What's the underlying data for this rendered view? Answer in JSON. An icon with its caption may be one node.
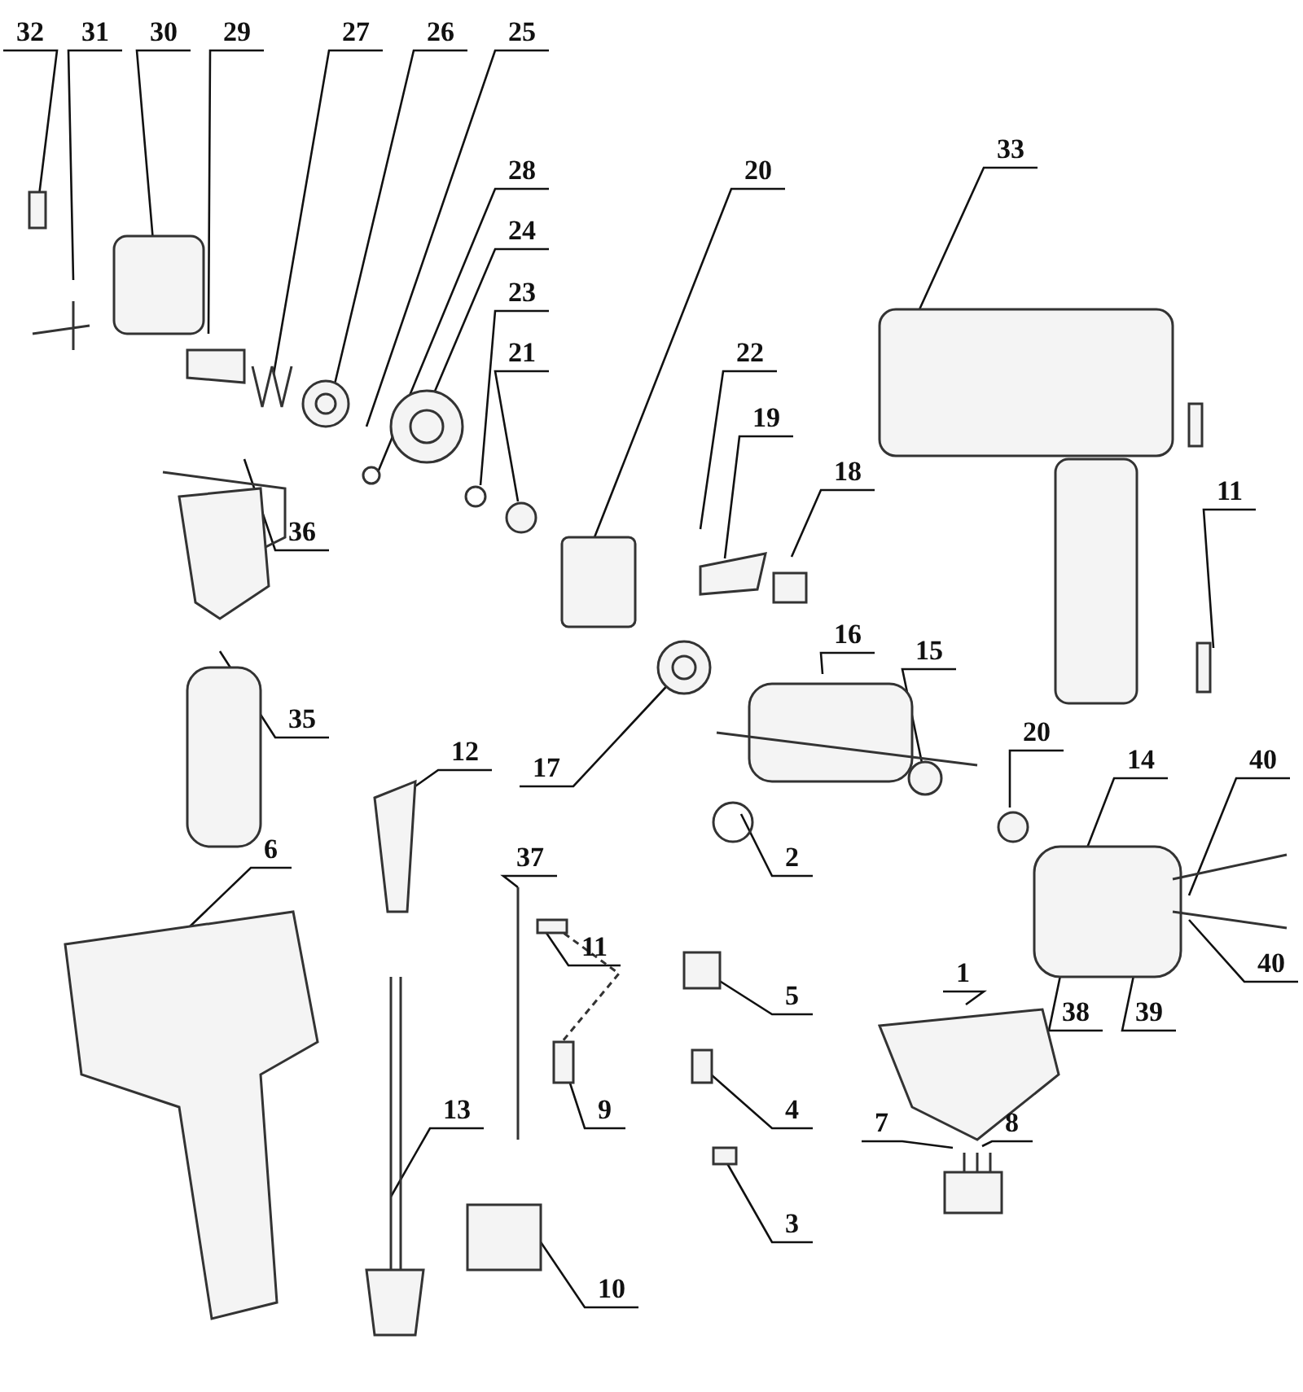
{
  "diagram": {
    "nodes": [
      {
        "text": [
          "32"
        ]
      },
      {
        "text": [
          "31"
        ]
      },
      {
        "text": [
          "30"
        ]
      },
      {
        "text": [
          "29"
        ]
      },
      {
        "text": [
          "27"
        ]
      },
      {
        "text": [
          "26"
        ]
      },
      {
        "text": [
          "25"
        ]
      },
      {
        "text": [
          "33"
        ]
      },
      {
        "text": [
          "28"
        ]
      },
      {
        "text": [
          "20"
        ]
      },
      {
        "text": [
          "24"
        ]
      },
      {
        "text": [
          "23"
        ]
      },
      {
        "text": [
          "21"
        ]
      },
      {
        "text": [
          "22"
        ]
      },
      {
        "text": [
          "19"
        ]
      },
      {
        "text": [
          "11"
        ]
      },
      {
        "text": [
          "18"
        ]
      },
      {
        "text": [
          "36"
        ]
      },
      {
        "text": [
          "16"
        ]
      },
      {
        "text": [
          "15"
        ]
      },
      {
        "text": [
          "35"
        ]
      },
      {
        "text": [
          "12"
        ]
      },
      {
        "text": [
          "17"
        ]
      },
      {
        "text": [
          "20"
        ]
      },
      {
        "text": [
          "14"
        ]
      },
      {
        "text": [
          "40"
        ]
      },
      {
        "text": [
          "6"
        ]
      },
      {
        "text": [
          "2"
        ]
      },
      {
        "text": [
          "37"
        ]
      },
      {
        "text": [
          "11"
        ]
      },
      {
        "text": [
          "40"
        ]
      },
      {
        "text": [
          "5"
        ]
      },
      {
        "text": [
          "1"
        ]
      },
      {
        "text": [
          "38"
        ]
      },
      {
        "text": [
          "39"
        ]
      },
      {
        "text": [
          "4"
        ]
      },
      {
        "text": [
          "13"
        ]
      },
      {
        "text": [
          "9"
        ]
      },
      {
        "text": [
          "7"
        ]
      },
      {
        "text": [
          "8"
        ]
      },
      {
        "text": [
          "3"
        ]
      },
      {
        "text": [
          "10"
        ]
      }
    ],
    "edges": [
      {
        "from": 0,
        "to": null,
        "arrow": "none"
      },
      {
        "from": 1,
        "to": null,
        "arrow": "none"
      },
      {
        "from": 2,
        "to": null,
        "arrow": "none"
      },
      {
        "from": 3,
        "to": null,
        "arrow": "none"
      },
      {
        "from": 4,
        "to": null,
        "arrow": "none"
      },
      {
        "from": 5,
        "to": null,
        "arrow": "none"
      },
      {
        "from": 6,
        "to": null,
        "arrow": "none"
      },
      {
        "from": 7,
        "to": null,
        "arrow": "none"
      },
      {
        "from": 8,
        "to": null,
        "arrow": "none"
      },
      {
        "from": 9,
        "to": null,
        "arrow": "none"
      },
      {
        "from": 10,
        "to": null,
        "arrow": "none"
      },
      {
        "from": 11,
        "to": null,
        "arrow": "none"
      },
      {
        "from": 12,
        "to": null,
        "arrow": "none"
      },
      {
        "from": 13,
        "to": null,
        "arrow": "none"
      },
      {
        "from": 14,
        "to": null,
        "arrow": "none"
      },
      {
        "from": 15,
        "to": null,
        "arrow": "none"
      },
      {
        "from": 16,
        "to": null,
        "arrow": "none"
      },
      {
        "from": 17,
        "to": null,
        "arrow": "none"
      },
      {
        "from": 18,
        "to": null,
        "arrow": "none"
      },
      {
        "from": 19,
        "to": null,
        "arrow": "none"
      },
      {
        "from": 20,
        "to": null,
        "arrow": "none"
      },
      {
        "from": 21,
        "to": null,
        "arrow": "none"
      },
      {
        "from": 22,
        "to": null,
        "arrow": "none"
      },
      {
        "from": 23,
        "to": null,
        "arrow": "none"
      },
      {
        "from": 24,
        "to": null,
        "arrow": "none"
      },
      {
        "from": 25,
        "to": null,
        "arrow": "none"
      },
      {
        "from": 26,
        "to": null,
        "arrow": "none"
      },
      {
        "from": 27,
        "to": null,
        "arrow": "none"
      },
      {
        "from": 28,
        "to": null,
        "arrow": "none"
      },
      {
        "from": 29,
        "to": null,
        "arrow": "none"
      },
      {
        "from": 30,
        "to": null,
        "arrow": "none"
      },
      {
        "from": 31,
        "to": null,
        "arrow": "none"
      },
      {
        "from": 32,
        "to": null,
        "arrow": "none"
      },
      {
        "from": 33,
        "to": null,
        "arrow": "none"
      },
      {
        "from": 34,
        "to": null,
        "arrow": "none"
      },
      {
        "from": 35,
        "to": null,
        "arrow": "none"
      },
      {
        "from": 36,
        "to": null,
        "arrow": "none"
      },
      {
        "from": 37,
        "to": null,
        "arrow": "none"
      },
      {
        "from": 38,
        "to": null,
        "arrow": "none"
      },
      {
        "from": 39,
        "to": null,
        "arrow": "none"
      },
      {
        "from": 40,
        "to": null,
        "arrow": "none"
      },
      {
        "from": 41,
        "to": null,
        "arrow": "none"
      }
    ]
  }
}
